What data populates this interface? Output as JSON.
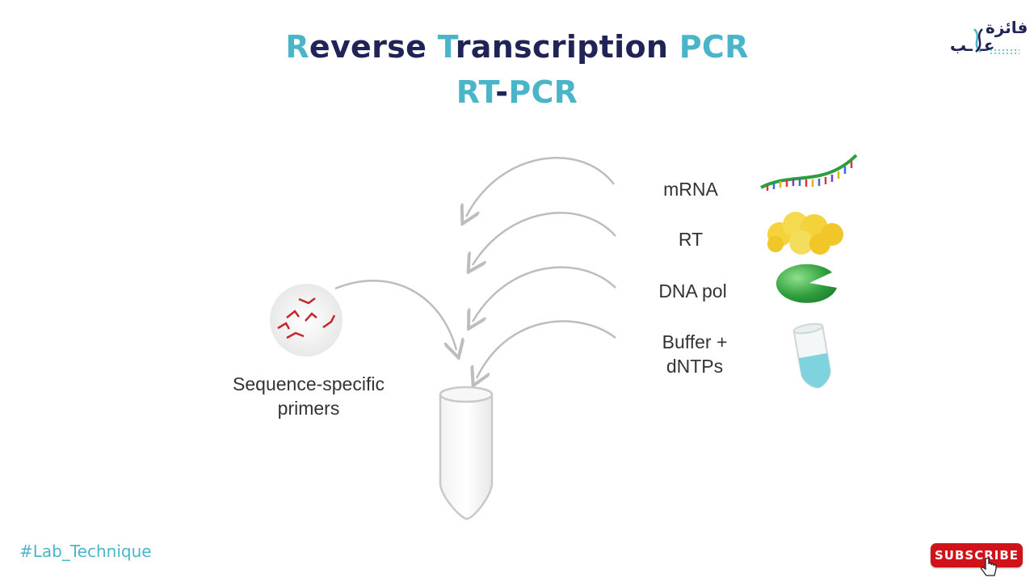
{
  "header": {
    "title_line1": [
      {
        "text": "R",
        "accent": true
      },
      {
        "text": "everse ",
        "accent": false
      },
      {
        "text": "T",
        "accent": true
      },
      {
        "text": "ranscription ",
        "accent": false
      },
      {
        "text": "PCR",
        "accent": true
      }
    ],
    "title_line2": [
      {
        "text": "RT",
        "accent": true
      },
      {
        "text": "-",
        "accent": false
      },
      {
        "text": "PCR",
        "accent": true
      }
    ]
  },
  "logo": {
    "line1": "فائزة",
    "line2": "عـ ـب"
  },
  "diagram": {
    "reagents": [
      {
        "label": "mRNA",
        "icon": "mrna-strand-icon"
      },
      {
        "label": "RT",
        "icon": "rt-enzyme-icon"
      },
      {
        "label": "DNA pol",
        "icon": "dna-polymerase-icon"
      },
      {
        "label": "Buffer +\ndNTPs",
        "icon": "buffer-tube-icon"
      }
    ],
    "primers_label": "Sequence-specific\nprimers",
    "primers_icon": "primers-circle-icon",
    "tube_icon": "reaction-tube-icon",
    "arrow_icon": "curved-arrow-icon"
  },
  "footer": {
    "hashtag": "#Lab_Technique",
    "subscribe_label": "SUBSCRIBE",
    "cursor_icon": "hand-cursor-icon"
  },
  "colors": {
    "accent": "#4ab5c9",
    "dark": "#1f2356",
    "arrow": "#bdbdbd",
    "primer": "#c0282d",
    "polymerase": "#2e9e3c",
    "rt_enzyme": "#f3d23a",
    "buffer": "#7fd3df",
    "subscribe": "#d0131a"
  }
}
